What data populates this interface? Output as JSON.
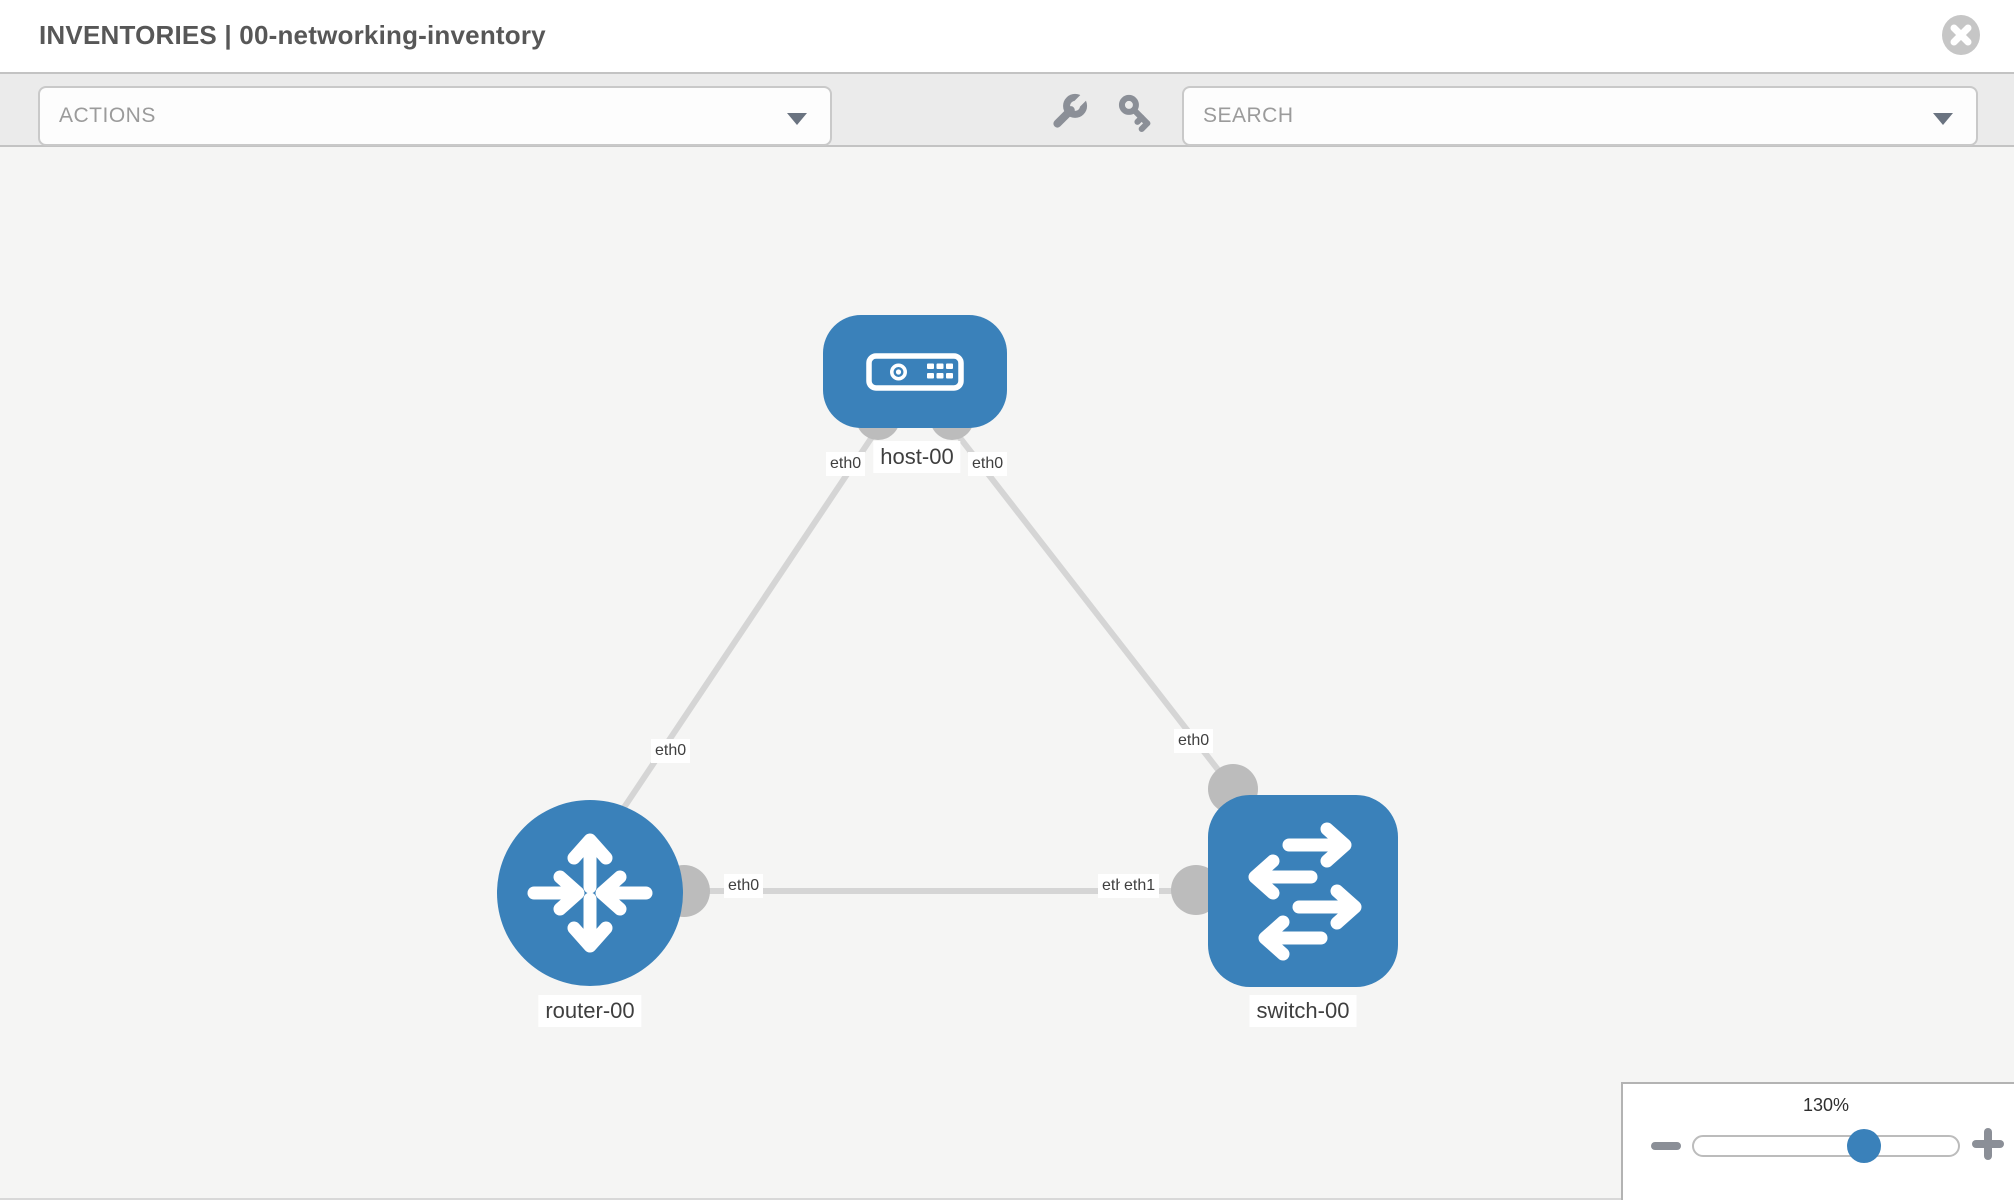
{
  "header": {
    "title": "INVENTORIES | 00-networking-inventory"
  },
  "toolbar": {
    "actions_placeholder": "ACTIONS",
    "search_placeholder": "SEARCH"
  },
  "topology": {
    "nodes": [
      {
        "id": "host-00",
        "type": "host",
        "label": "host-00"
      },
      {
        "id": "router-00",
        "type": "router",
        "label": "router-00"
      },
      {
        "id": "switch-00",
        "type": "switch",
        "label": "switch-00"
      }
    ],
    "links": [
      {
        "from": "host-00",
        "to": "router-00",
        "from_iface": "eth0",
        "to_iface": "eth0"
      },
      {
        "from": "host-00",
        "to": "switch-00",
        "from_iface": "eth0",
        "to_iface": "eth0"
      },
      {
        "from": "router-00",
        "to": "switch-00",
        "from_iface": "eth0",
        "to_iface": "eth1"
      }
    ],
    "iface_labels": {
      "host_left": "eth0",
      "host_right": "eth0",
      "router_top": "eth0",
      "router_right": "eth0",
      "switch_top": "eth0",
      "switch_mid_back": "eth0",
      "switch_mid_front": "eth1"
    }
  },
  "zoom": {
    "level": "130%"
  },
  "icons": {
    "close": "x-circle-icon",
    "actions_caret": "caret-down-icon",
    "search_caret": "caret-down-icon",
    "tools": [
      "wrench-icon",
      "key-icon"
    ],
    "node_glyphs": [
      "host-server-icon",
      "router-arrows-icon",
      "switch-arrows-icon"
    ],
    "zoom": [
      "minus-icon",
      "plus-icon"
    ]
  },
  "colors": {
    "node_blue": "#3a81ba",
    "link_gray": "#d5d5d5",
    "endpoint_gray": "#bcbcbc",
    "canvas_bg": "#f5f5f4",
    "toolbar_bg": "#ebebeb",
    "icon_gray": "#8b8f97"
  }
}
